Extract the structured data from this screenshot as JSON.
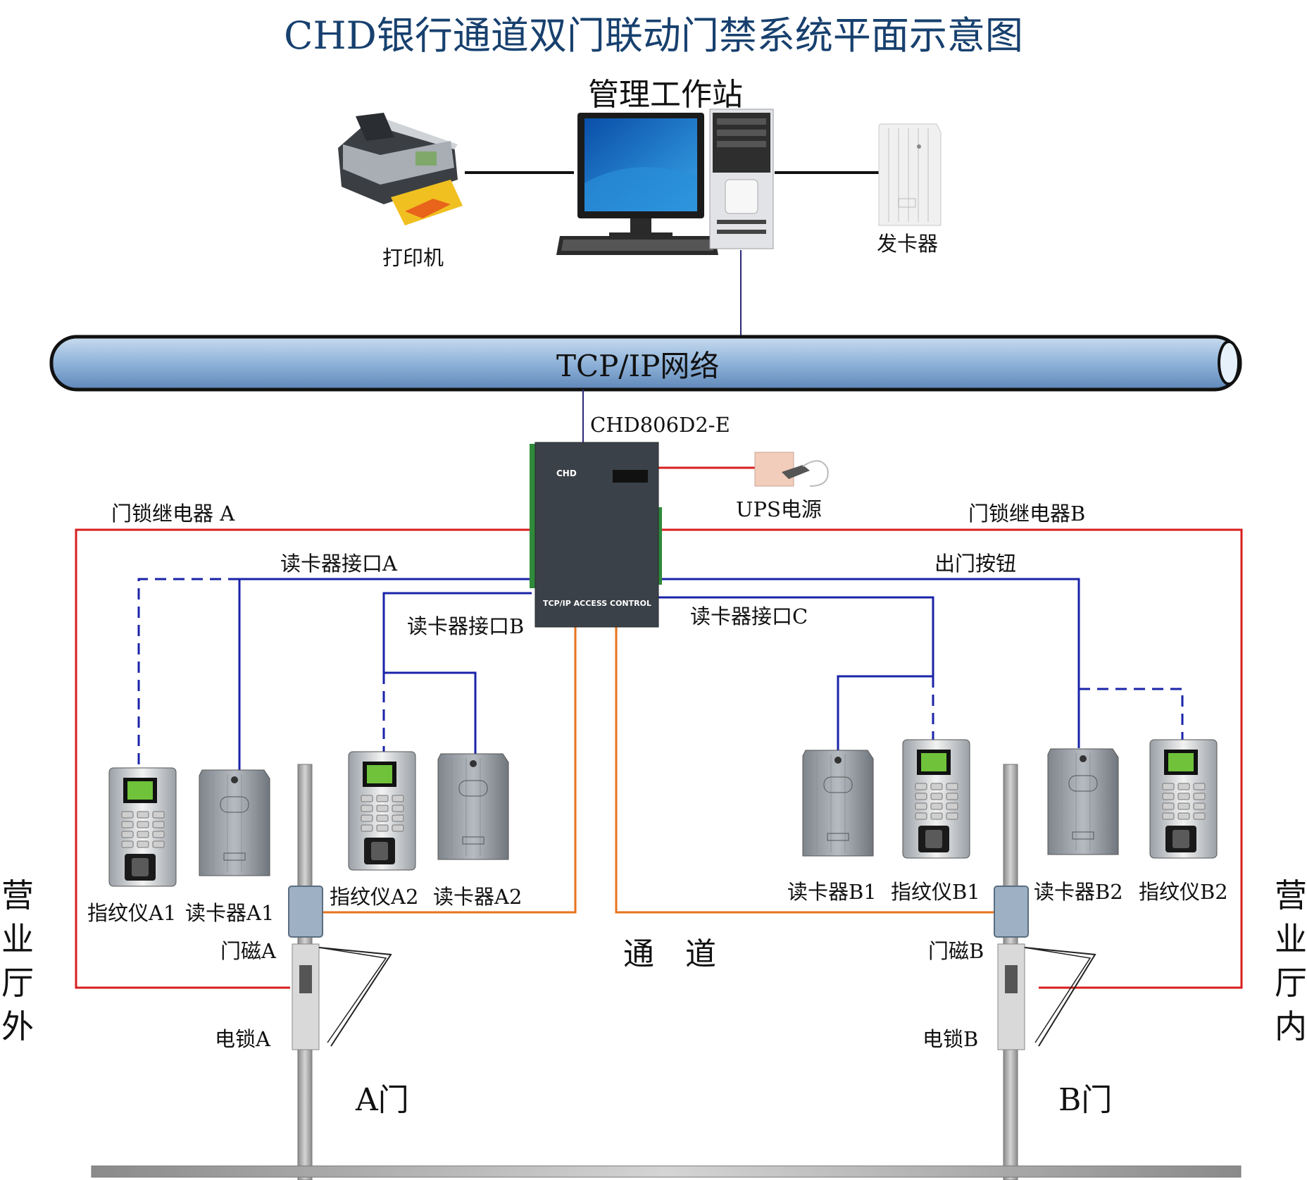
{
  "title": "CHD银行通道双门联动门禁系统平面示意图",
  "workstation": "管理工作站",
  "printer": "打印机",
  "card_issuer": "发卡器",
  "network": "TCP/IP网络",
  "controller": {
    "model": "CHD806D2-E",
    "panel_text": "TCP/IP ACCESS CONTROL",
    "logo": "CHD"
  },
  "ups": "UPS电源",
  "links": {
    "relay_a": "门锁继电器 A",
    "relay_b": "门锁继电器B",
    "reader_port_a": "读卡器接口A",
    "reader_port_b": "读卡器接口B",
    "reader_port_c": "读卡器接口C",
    "exit_button": "出门按钮"
  },
  "devices": {
    "fp_a1": "指纹仪A1",
    "reader_a1": "读卡器A1",
    "fp_a2": "指纹仪A2",
    "reader_a2": "读卡器A2",
    "reader_b1": "读卡器B1",
    "fp_b1": "指纹仪B1",
    "reader_b2": "读卡器B2",
    "fp_b2": "指纹仪B2"
  },
  "door_a": {
    "sensor": "门磁A",
    "lock": "电锁A",
    "name": "A门"
  },
  "door_b": {
    "sensor": "门磁B",
    "lock": "电锁B",
    "name": "B门"
  },
  "corridor": "通　道",
  "outside": "营业厅外",
  "inside": "营业厅内",
  "colors": {
    "title": "#17406e",
    "relay_line": "#d81e1e",
    "reader_line": "#1a23a8",
    "door_line": "#e8731c",
    "pipe": "#8fb3d9"
  }
}
